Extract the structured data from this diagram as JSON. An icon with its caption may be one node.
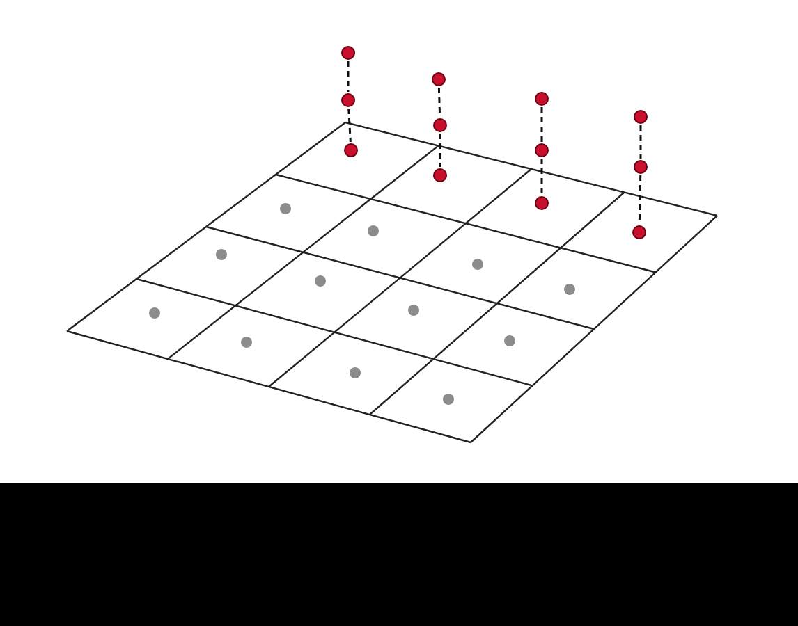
{
  "diagram": {
    "nodes": [
      {
        "text": [],
        "shape": "circle"
      },
      {
        "text": [],
        "shape": "circle"
      },
      {
        "text": [],
        "shape": "circle"
      },
      {
        "text": [],
        "shape": "circle"
      },
      {
        "text": [],
        "shape": "circle"
      },
      {
        "text": [],
        "shape": "circle"
      },
      {
        "text": [],
        "shape": "circle"
      },
      {
        "text": [],
        "shape": "circle"
      },
      {
        "text": [],
        "shape": "circle"
      },
      {
        "text": [],
        "shape": "circle"
      },
      {
        "text": [],
        "shape": "circle"
      },
      {
        "text": [],
        "shape": "circle"
      },
      {
        "text": [],
        "shape": "bar"
      }
    ],
    "edges": [
      {
        "from": 0,
        "to": 1,
        "arrow": "none",
        "style": "dashed"
      },
      {
        "from": 1,
        "to": 2,
        "arrow": "none",
        "style": "dashed"
      },
      {
        "from": 3,
        "to": 4,
        "arrow": "none",
        "style": "dashed"
      },
      {
        "from": 4,
        "to": 5,
        "arrow": "none",
        "style": "dashed"
      },
      {
        "from": 6,
        "to": 7,
        "arrow": "none",
        "style": "dashed"
      },
      {
        "from": 7,
        "to": 8,
        "arrow": "none",
        "style": "dashed"
      },
      {
        "from": 9,
        "to": 10,
        "arrow": "none",
        "style": "dashed"
      },
      {
        "from": 10,
        "to": 11,
        "arrow": "none",
        "style": "dashed"
      }
    ]
  }
}
